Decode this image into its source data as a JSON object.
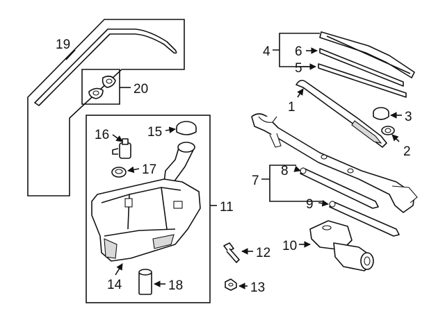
{
  "callouts": {
    "c1": "1",
    "c2": "2",
    "c3": "3",
    "c4": "4",
    "c5": "5",
    "c6": "6",
    "c7": "7",
    "c8": "8",
    "c9": "9",
    "c10": "10",
    "c11": "11",
    "c12": "12",
    "c13": "13",
    "c14": "14",
    "c15": "15",
    "c16": "16",
    "c17": "17",
    "c18": "18",
    "c19": "19",
    "c20": "20"
  },
  "colors": {
    "line": "#111111",
    "shade": "#d9d9d9",
    "background": "#ffffff"
  }
}
